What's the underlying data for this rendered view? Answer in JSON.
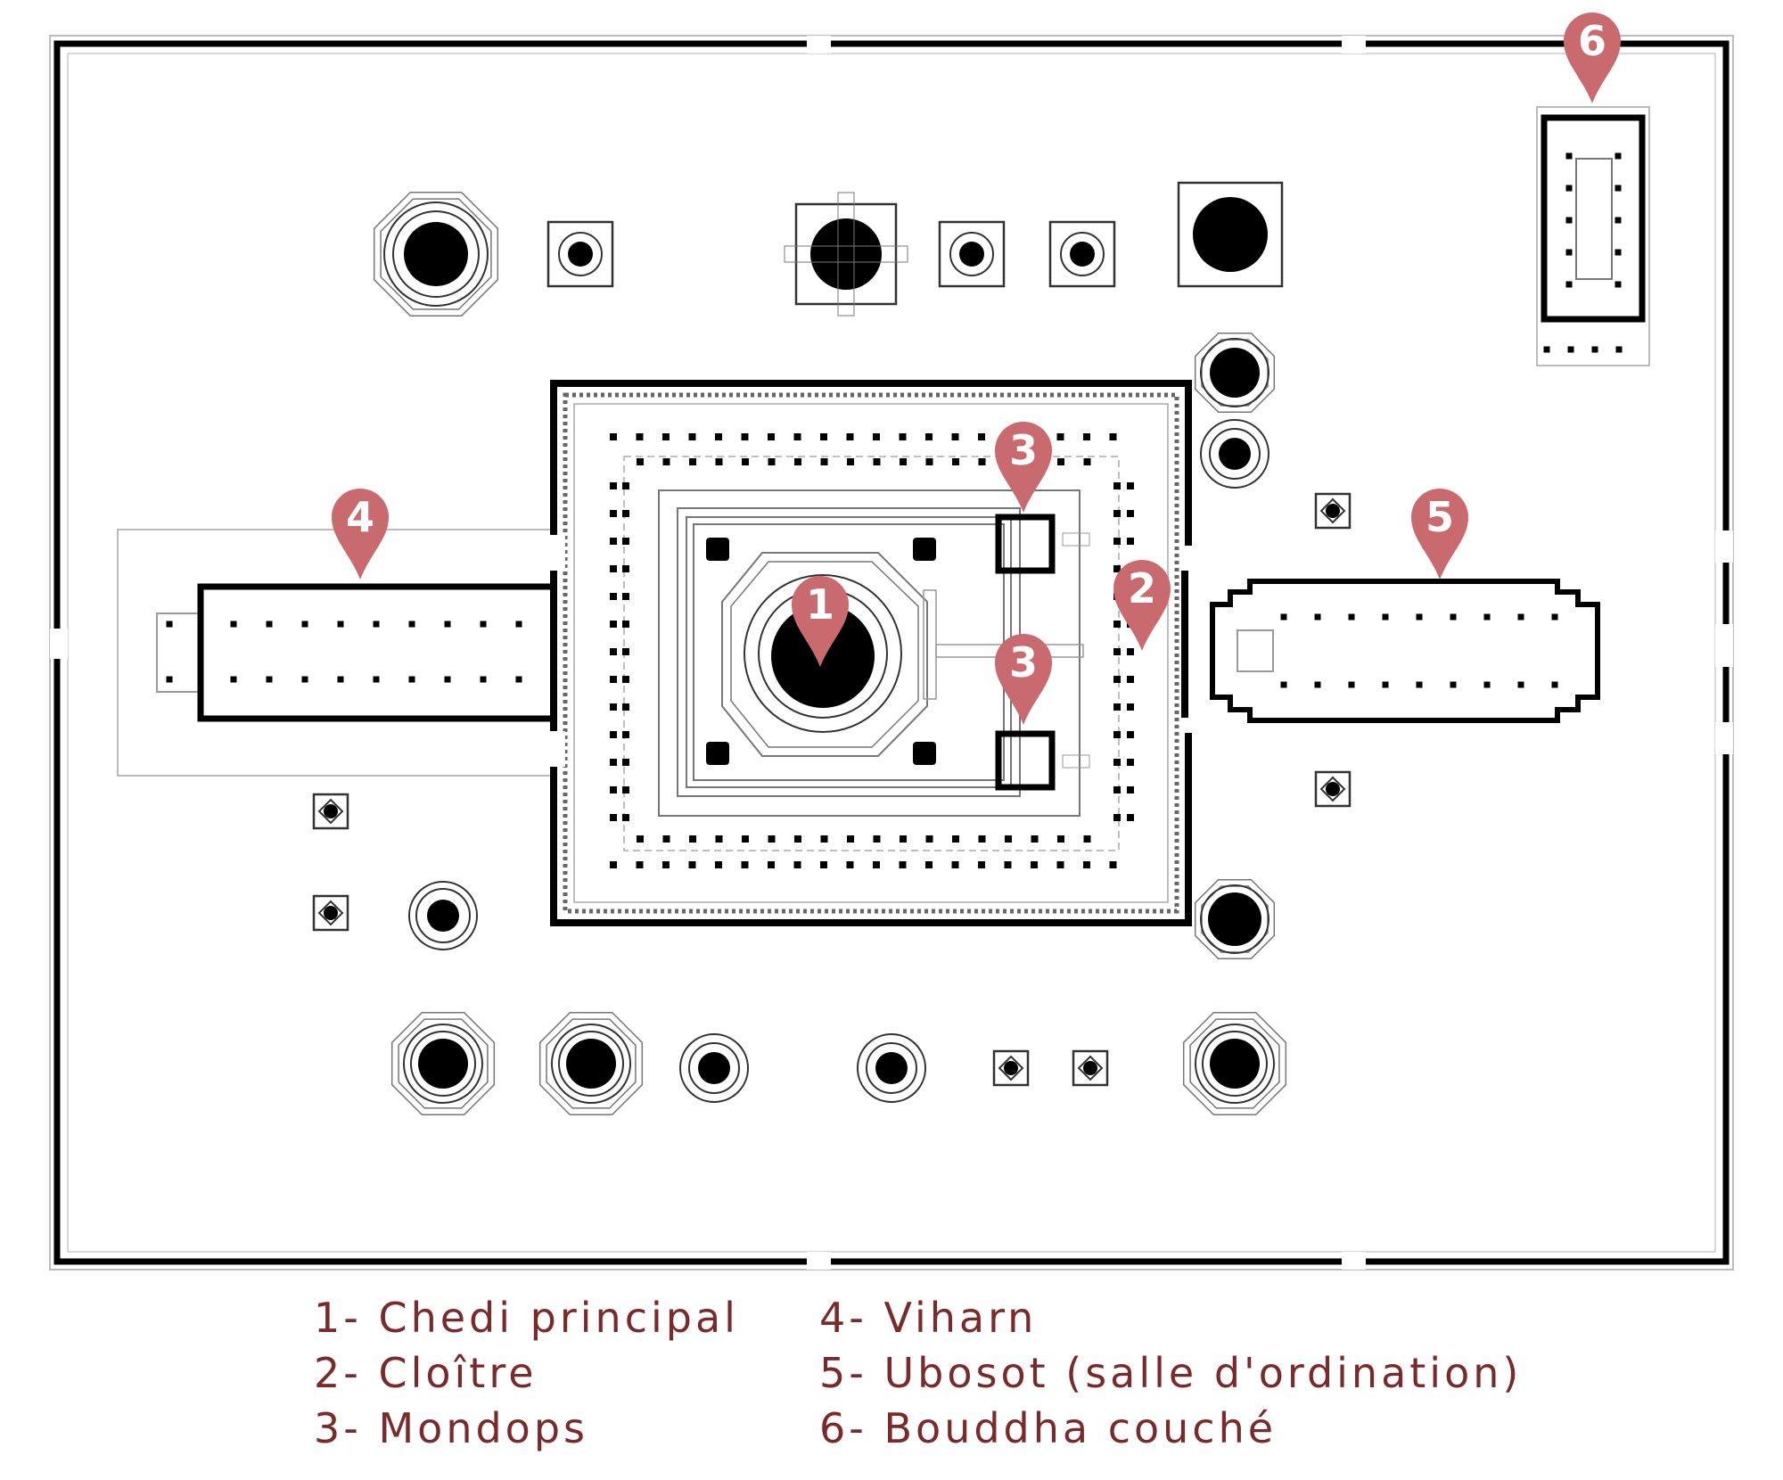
{
  "diagram": {
    "markers": [
      {
        "num": "1",
        "target": "chedi-principal"
      },
      {
        "num": "2",
        "target": "cloitre"
      },
      {
        "num": "3",
        "target": "mondop-north"
      },
      {
        "num": "3",
        "target": "mondop-south"
      },
      {
        "num": "4",
        "target": "viharn"
      },
      {
        "num": "5",
        "target": "ubosot"
      },
      {
        "num": "6",
        "target": "bouddha-couche"
      }
    ],
    "marker_color": "#c96a6e",
    "legend_color": "#7a2a2a"
  },
  "legend": {
    "col1": [
      "1- Chedi principal",
      "2- Cloître",
      "3- Mondops"
    ],
    "col2": [
      "4- Viharn",
      "5- Ubosot (salle d'ordination)",
      "6- Bouddha couché"
    ]
  }
}
